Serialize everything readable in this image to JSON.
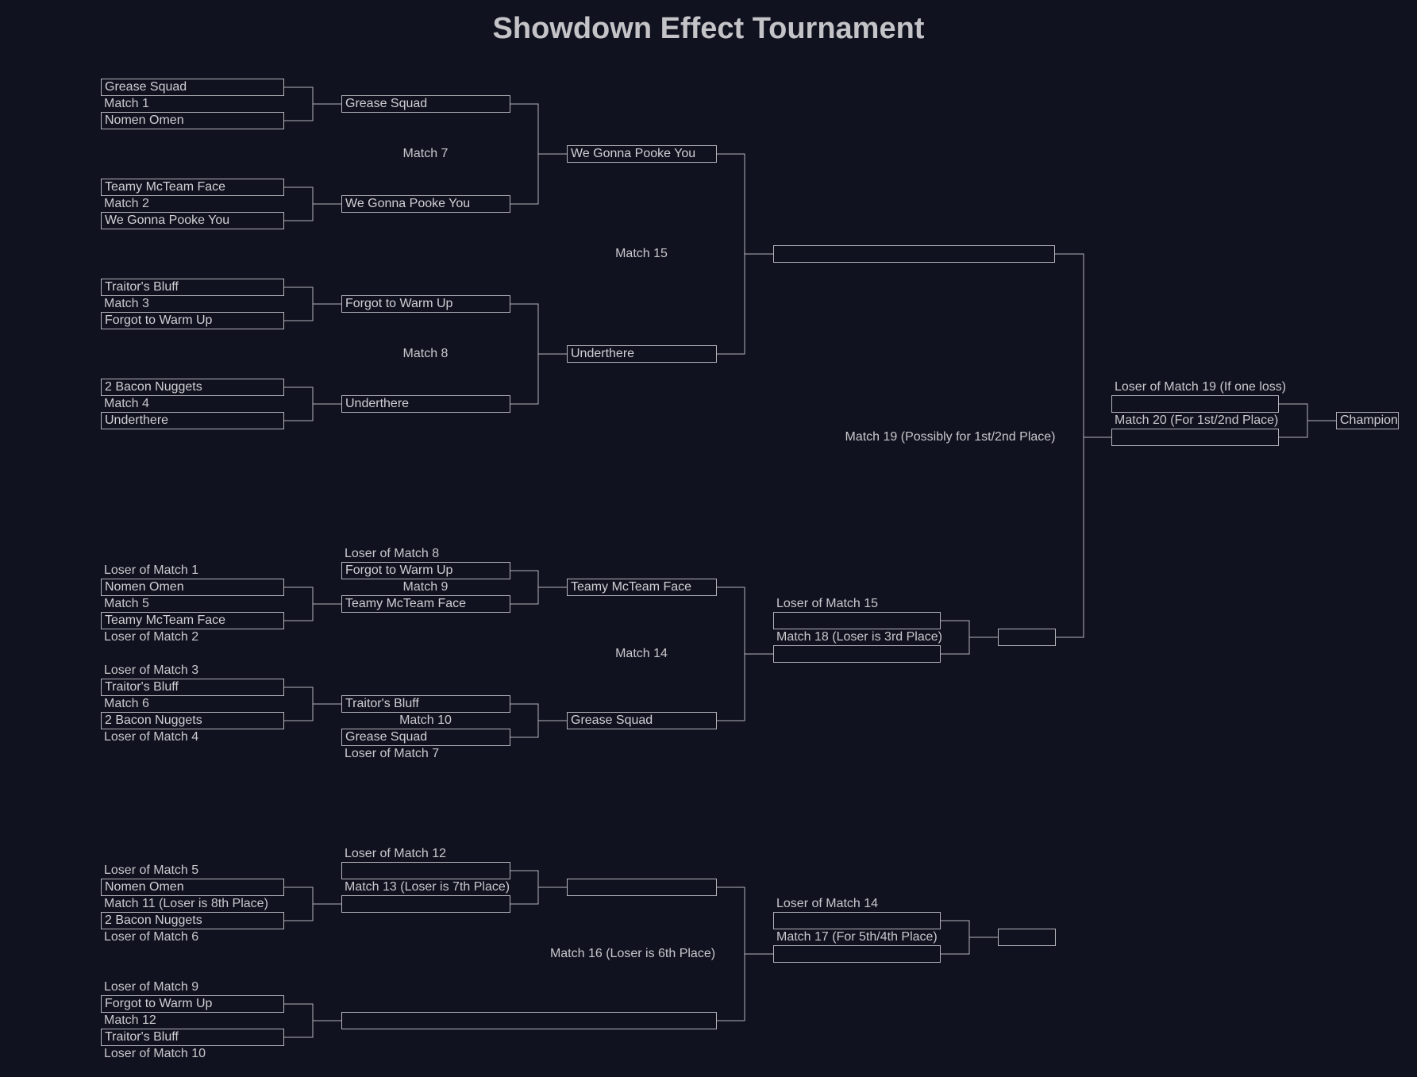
{
  "title": "Showdown Effect Tournament",
  "colors": {
    "background": "#10121f",
    "line": "#b4b4ba",
    "text": "#c8c8cc"
  },
  "slots": [
    {
      "id": "m1a",
      "text": "Grease Squad"
    },
    {
      "id": "m1b",
      "text": "Nomen Omen"
    },
    {
      "id": "m2a",
      "text": "Teamy McTeam Face"
    },
    {
      "id": "m2b",
      "text": "We Gonna Pooke You"
    },
    {
      "id": "m3a",
      "text": "Traitor's Bluff"
    },
    {
      "id": "m3b",
      "text": "Forgot to Warm Up"
    },
    {
      "id": "m4a",
      "text": "2 Bacon Nuggets"
    },
    {
      "id": "m4b",
      "text": "Underthere"
    },
    {
      "id": "m7a",
      "text": "Grease Squad"
    },
    {
      "id": "m7b",
      "text": "We Gonna Pooke You"
    },
    {
      "id": "m8a",
      "text": "Forgot to Warm Up"
    },
    {
      "id": "m8b",
      "text": "Underthere"
    },
    {
      "id": "m15a",
      "text": "We Gonna Pooke You"
    },
    {
      "id": "m15b",
      "text": "Underthere"
    },
    {
      "id": "m19a",
      "text": ""
    },
    {
      "id": "m20a",
      "text": ""
    },
    {
      "id": "m20b",
      "text": ""
    },
    {
      "id": "champ",
      "text": "Champion"
    },
    {
      "id": "m5a",
      "text": "Nomen Omen"
    },
    {
      "id": "m5b",
      "text": "Teamy McTeam Face"
    },
    {
      "id": "m6a",
      "text": "Traitor's Bluff"
    },
    {
      "id": "m6b",
      "text": "2 Bacon Nuggets"
    },
    {
      "id": "m9a",
      "text": "Forgot to Warm Up"
    },
    {
      "id": "m9b",
      "text": "Teamy McTeam Face"
    },
    {
      "id": "m10a",
      "text": "Traitor's Bluff"
    },
    {
      "id": "m10b",
      "text": "Grease Squad"
    },
    {
      "id": "m14a",
      "text": "Teamy McTeam Face"
    },
    {
      "id": "m14b",
      "text": "Grease Squad"
    },
    {
      "id": "m18a",
      "text": ""
    },
    {
      "id": "m18b",
      "text": ""
    },
    {
      "id": "m19b",
      "text": ""
    },
    {
      "id": "m11a",
      "text": "Nomen Omen"
    },
    {
      "id": "m11b",
      "text": "2 Bacon Nuggets"
    },
    {
      "id": "m12a",
      "text": "Forgot to Warm Up"
    },
    {
      "id": "m12b",
      "text": "Traitor's Bluff"
    },
    {
      "id": "m13a",
      "text": ""
    },
    {
      "id": "m13b",
      "text": ""
    },
    {
      "id": "m16a",
      "text": ""
    },
    {
      "id": "m16b",
      "text": ""
    },
    {
      "id": "m17a",
      "text": ""
    },
    {
      "id": "m17b",
      "text": ""
    },
    {
      "id": "p5",
      "text": ""
    }
  ],
  "labels": [
    {
      "id": "l-m1",
      "text": "Match 1"
    },
    {
      "id": "l-m2",
      "text": "Match 2"
    },
    {
      "id": "l-m3",
      "text": "Match 3"
    },
    {
      "id": "l-m4",
      "text": "Match 4"
    },
    {
      "id": "l-m7",
      "text": "Match 7"
    },
    {
      "id": "l-m8",
      "text": "Match 8"
    },
    {
      "id": "l-m15",
      "text": "Match 15"
    },
    {
      "id": "l-m19",
      "text": "Match 19 (Possibly for 1st/2nd Place)"
    },
    {
      "id": "l-m20-top",
      "text": "Loser of Match 19 (If one loss)"
    },
    {
      "id": "l-m20",
      "text": "Match 20 (For 1st/2nd Place)"
    },
    {
      "id": "l-lm1",
      "text": "Loser of Match 1"
    },
    {
      "id": "l-m5",
      "text": "Match 5"
    },
    {
      "id": "l-lm2",
      "text": "Loser of Match 2"
    },
    {
      "id": "l-lm3",
      "text": "Loser of Match 3"
    },
    {
      "id": "l-m6",
      "text": "Match 6"
    },
    {
      "id": "l-lm4",
      "text": "Loser of Match 4"
    },
    {
      "id": "l-lm8",
      "text": "Loser of Match 8"
    },
    {
      "id": "l-m9",
      "text": "Match 9"
    },
    {
      "id": "l-m10",
      "text": "Match 10"
    },
    {
      "id": "l-lm7",
      "text": "Loser of Match 7"
    },
    {
      "id": "l-m14",
      "text": "Match 14"
    },
    {
      "id": "l-lm15",
      "text": "Loser of Match 15"
    },
    {
      "id": "l-m18",
      "text": "Match 18 (Loser is 3rd Place)"
    },
    {
      "id": "l-lm5",
      "text": "Loser of Match 5"
    },
    {
      "id": "l-m11",
      "text": "Match 11 (Loser is 8th Place)"
    },
    {
      "id": "l-lm6",
      "text": "Loser of Match 6"
    },
    {
      "id": "l-lm12",
      "text": "Loser of Match 12"
    },
    {
      "id": "l-m13",
      "text": "Match 13 (Loser is 7th Place)"
    },
    {
      "id": "l-m16",
      "text": "Match 16 (Loser is 6th Place)"
    },
    {
      "id": "l-lm14",
      "text": "Loser of Match 14"
    },
    {
      "id": "l-m17",
      "text": "Match 17 (For 5th/4th Place)"
    },
    {
      "id": "l-lm9",
      "text": "Loser of Match 9"
    },
    {
      "id": "l-m12",
      "text": "Match 12"
    },
    {
      "id": "l-lm10",
      "text": "Loser of Match 10"
    }
  ]
}
